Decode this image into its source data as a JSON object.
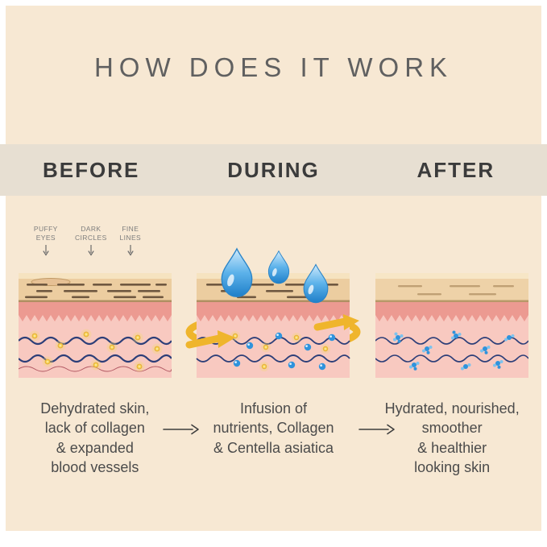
{
  "title": "HOW DOES IT WORK",
  "stages": {
    "before": {
      "header": "BEFORE",
      "labels": [
        "PUFFY\nEYES",
        "DARK\nCIRCLES",
        "FINE\nLINES"
      ],
      "caption": "Dehydrated skin,\nlack of collagen\n& expanded\nblood vessels"
    },
    "during": {
      "header": "DURING",
      "caption": "Infusion of\nnutrients, Collagen\n& Centella asiatica"
    },
    "after": {
      "header": "AFTER",
      "caption": "Hydrated, nourished,\nsmoother\n& healthier\nlooking skin"
    }
  },
  "colors": {
    "background_cream": "#f7e8d3",
    "band": "#e7dfd2",
    "title_text": "#606060",
    "stage_text": "#3b3b3b",
    "caption_text": "#4b4b4b",
    "epidermis_tan": "#eccda0",
    "dermis_pink": "#ec9a91",
    "dermis_light_pink": "#f8c9c0",
    "vessel_navy": "#2c3e78",
    "drop_blue": "#2f93dc",
    "ribbon_yellow": "#efb52c",
    "particle_gold": "#f5cf4e"
  }
}
